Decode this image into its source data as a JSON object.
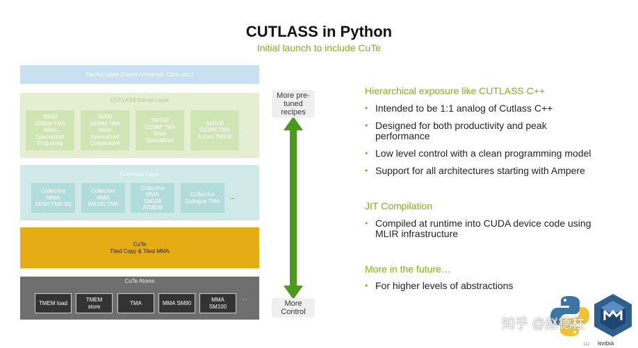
{
  "title": "CUTLASS in Python",
  "subtitle": "Initial launch to include CuTe",
  "stack": {
    "device_layer": "Device Layer (Gemm Universal, Conv, etc.)",
    "kernel_layer": {
      "title": "CUTLASS Kernel Layer",
      "boxes": [
        "SM90\nGEMM TMA\nWarp\nSpecialized\nPing-pong",
        "SM90\nGEMM TMA\nWarp\nSpecialized\nCooperative",
        "SM100\nGEMM TMA\nWarp\nSpecialized",
        "SM100\nGEMM TMA\nA from TMEM"
      ],
      "more": "..."
    },
    "collective_layer": {
      "title": "Collective Layer",
      "boxes": [
        "Collective\nMMA\nSM90 TMA SS",
        "Collective\nMMA\nSM100 TMA",
        "Collective\nMMA\nSM100\nATMEM",
        "Collective\nEpilogue TMA"
      ],
      "more": "..."
    },
    "cute": {
      "title": "CuTe",
      "subtitle": "Tiled Copy & Tiled MMA"
    },
    "atoms": {
      "title": "CuTe Atoms",
      "boxes": [
        "TMEM load",
        "TMEM\nstore",
        "TMA",
        "MMA SM90",
        "MMA\nSM100"
      ],
      "more": "..."
    }
  },
  "arrow": {
    "top_label": "More pre-\ntuned\nrecipes",
    "bottom_label": "More\nControl",
    "color": "#4a9a1e"
  },
  "sections": [
    {
      "heading": "Hierarchical exposure like CUTLASS C++",
      "bullets": [
        "Intended to be 1:1 analog of Cutlass C++",
        "Designed for both productivity and peak performance",
        "Low level control with a clean programming model",
        "Support for all architectures starting with Ampere"
      ]
    },
    {
      "heading": "JIT Compilation",
      "bullets": [
        "Compiled at runtime into CUDA device code using MLIR infrastructure"
      ]
    },
    {
      "heading": "More in the future…",
      "bullets": [
        "For higher levels of abstractions"
      ]
    }
  ],
  "bullet_symbol": "•",
  "watermark": "知乎 @赵德柱",
  "footer": {
    "page": "112",
    "brand": "NVIDIA"
  },
  "accent_color": "#76b900"
}
